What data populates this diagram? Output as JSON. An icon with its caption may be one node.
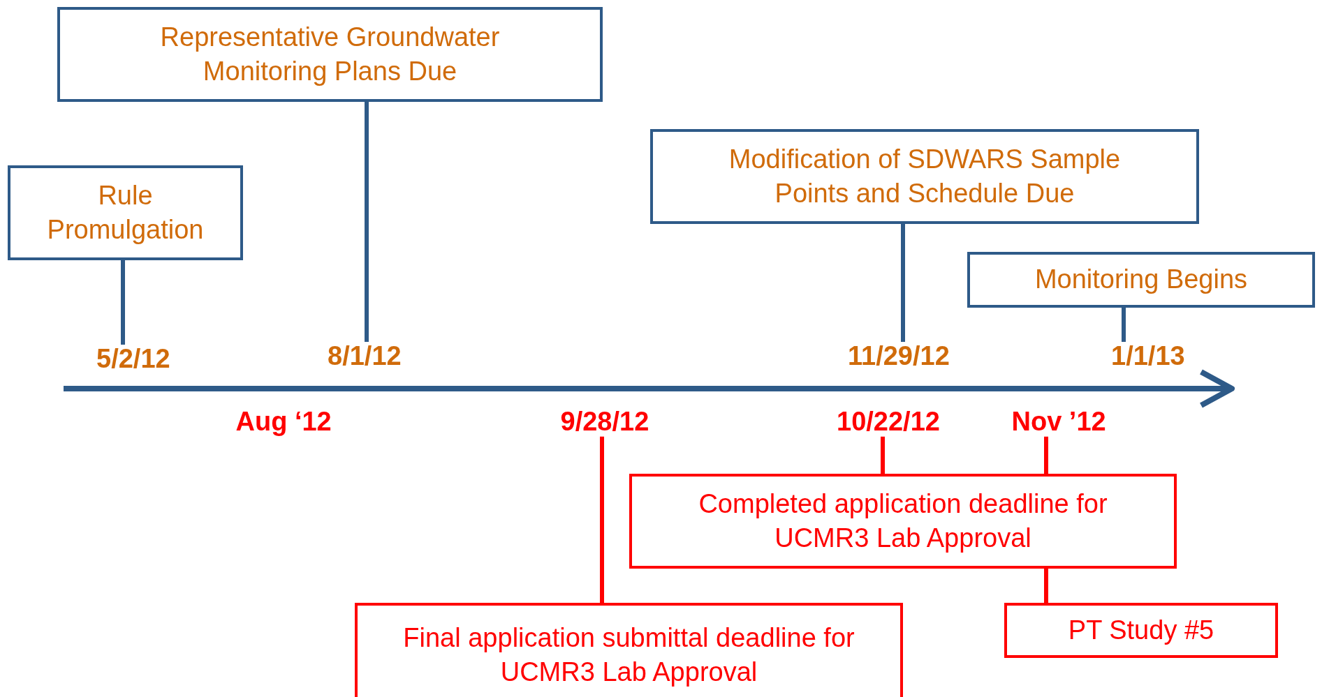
{
  "diagram": {
    "nodes": [
      {
        "text": [
          "Representative Groundwater Monitoring Plans Due"
        ]
      },
      {
        "text": [
          "Rule Promulgation"
        ]
      },
      {
        "text": [
          "Modification of SDWARS Sample Points and Schedule Due"
        ]
      },
      {
        "text": [
          "Monitoring Begins"
        ]
      },
      {
        "text": [
          "5/2/12"
        ]
      },
      {
        "text": [
          "8/1/12"
        ]
      },
      {
        "text": [
          "11/29/12"
        ]
      },
      {
        "text": [
          "1/1/13"
        ]
      },
      {
        "text": [
          "9/28/12"
        ]
      },
      {
        "text": [
          "10/22/12"
        ]
      },
      {
        "text": [
          "Nov ’12"
        ]
      },
      {
        "text": [
          "Completed application deadline for UCMR3 Lab Approval"
        ]
      },
      {
        "text": [
          "PT Study #5"
        ]
      },
      {
        "text": [
          "Final application submittal deadline for UCMR3 Lab Approval"
        ]
      }
    ],
    "edges": [
      {
        "from": 1,
        "to": 4,
        "arrow": "none"
      },
      {
        "from": 0,
        "to": 5,
        "arrow": "none"
      },
      {
        "from": 2,
        "to": 6,
        "arrow": "none"
      },
      {
        "from": 3,
        "to": 7,
        "arrow": "none"
      },
      {
        "from": 8,
        "to": 13,
        "arrow": "none",
        "color": "#ff0000"
      },
      {
        "from": 9,
        "to": 11,
        "arrow": "none",
        "color": "#ff0000"
      },
      {
        "from": 10,
        "to": 11,
        "arrow": "none",
        "color": "#ff0000"
      },
      {
        "from": 11,
        "to": 12,
        "arrow": "none",
        "color": "#ff0000"
      }
    ],
    "labels": [
      "Aug ‘12"
    ]
  }
}
